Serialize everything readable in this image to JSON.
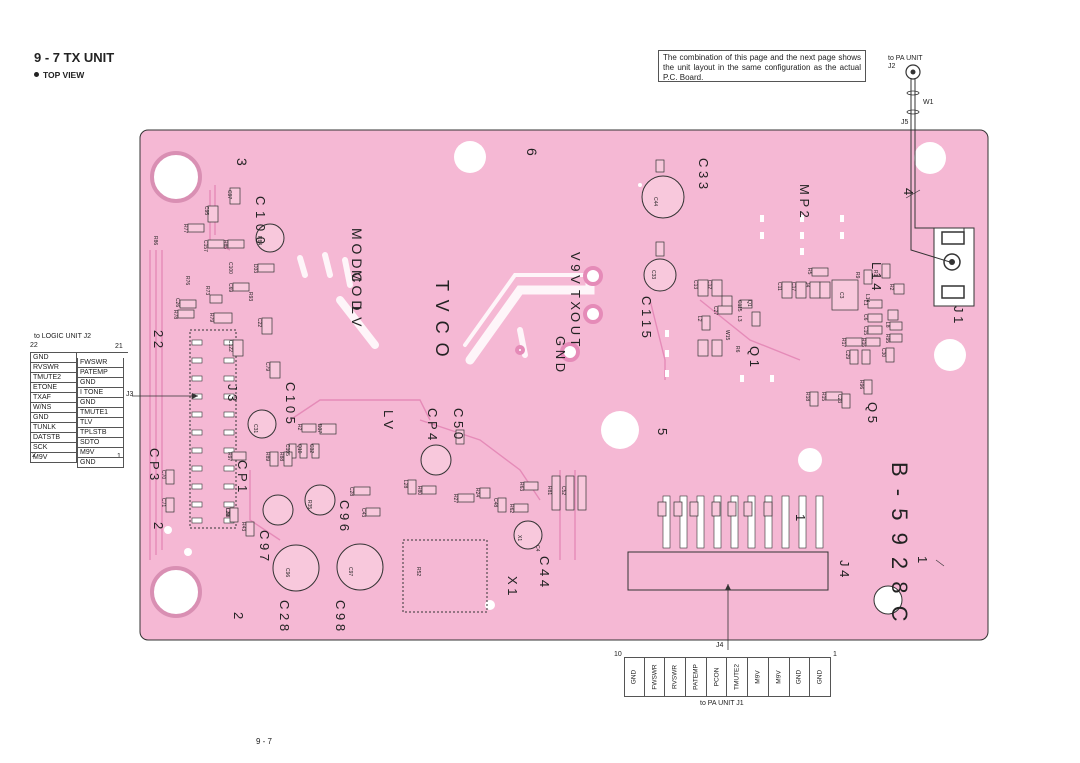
{
  "header": {
    "title": "9 - 7 TX UNIT",
    "subtitle": "TOP VIEW",
    "note": "The combination of this page and the next page shows the unit layout in the same configuration as the actual P.C. Board."
  },
  "connections": {
    "to_pa_unit_j2": "to PA UNIT",
    "j2": "J2",
    "w1": "W1",
    "j5": "J5",
    "to_logic_unit": "to LOGIC UNIT J2",
    "j3_num_tl": "22",
    "j3_num_tr": "21",
    "j3_num_bl": "2",
    "j3_num_br": "1",
    "j3": "J3",
    "j4": "J4",
    "j4_num_left": "10",
    "j4_num_right": "1",
    "to_pa_unit_j1": "to PA UNIT J1"
  },
  "j3_pins": [
    [
      "GND",
      "FWSWR"
    ],
    [
      "RVSWR",
      "PATEMP"
    ],
    [
      "TMUTE2",
      "GND"
    ],
    [
      "ETONE",
      "I TONE"
    ],
    [
      "TXAF",
      "GND"
    ],
    [
      "W/NS",
      "TMUTE1"
    ],
    [
      "GND",
      "TLV"
    ],
    [
      "TUNLK",
      "TPLSTB"
    ],
    [
      "DATSTB",
      "SDTO"
    ],
    [
      "SCK",
      "M9V"
    ],
    [
      "M9V",
      "GND"
    ]
  ],
  "j4_pins": [
    "GND",
    "FWSWR",
    "RVSWR",
    "PATEMP",
    "PCON",
    "TMUTE2",
    "M9V",
    "M9V",
    "GND",
    "GND"
  ],
  "board": {
    "tvco": "T V C O",
    "board_id": "B - 5 9 2 8 C",
    "silk": {
      "c100": "C 1 0 0",
      "modc": "M O D C",
      "mod": "M O D",
      "lv": "L V",
      "lv2": "L V",
      "v9v": "V 9 V",
      "tx": "T X",
      "out": "O U T",
      "gnd": "G N D",
      "c33": "C 3 3",
      "mp2": "M P 2",
      "l14": "L 1 4",
      "j1": "J 1",
      "c115": "C 1 1 5",
      "q1": "Q 1",
      "q5": "Q 5",
      "n22": "2 2",
      "j3s": "J 3",
      "c105": "C 1 0 5",
      "cp4": "C P 4",
      "c50": "C 5 0",
      "cp3": "C P 3",
      "cp1": "C P 1",
      "c96": "C 9 6",
      "c97": "C 9 7",
      "c28": "C 2 8",
      "c98": "C 9 8",
      "x1": "X 1",
      "c44": "C 4 4",
      "j4s": "J 4",
      "n3": "3",
      "n2a": "2",
      "n2b": "2",
      "n5": "5",
      "n4": "4",
      "n1a": "1",
      "n1b": "1",
      "n6": "6"
    },
    "parts": [
      "C97",
      "C95",
      "R86",
      "R77",
      "C157",
      "R85",
      "R84",
      "C100",
      "D33",
      "R76",
      "R73",
      "C69",
      "R93",
      "C26",
      "R78",
      "R79",
      "C122",
      "C22",
      "C79",
      "C31",
      "R2",
      "C105",
      "Q10",
      "C32",
      "D37",
      "R97",
      "R89",
      "R88",
      "C70",
      "C71",
      "L29",
      "R43",
      "R35",
      "C97",
      "C96",
      "C98",
      "C28",
      "L28",
      "R80",
      "C43",
      "R27",
      "R24",
      "C48",
      "R62",
      "R63",
      "R81",
      "C52",
      "R52",
      "X1",
      "C4",
      "C44",
      "C33",
      "C115",
      "C27",
      "W15",
      "Q1",
      "L3",
      "L2",
      "R6",
      "R5",
      "C3",
      "R9",
      "L14",
      "R1",
      "R2",
      "L1",
      "C6",
      "C15",
      "L8",
      "R17",
      "R16",
      "C29",
      "R15",
      "R18",
      "C23",
      "R96",
      "R95",
      "C30",
      "C13",
      "C12",
      "C11",
      "C17",
      "J4"
    ],
    "page_number": "9 - 7"
  }
}
